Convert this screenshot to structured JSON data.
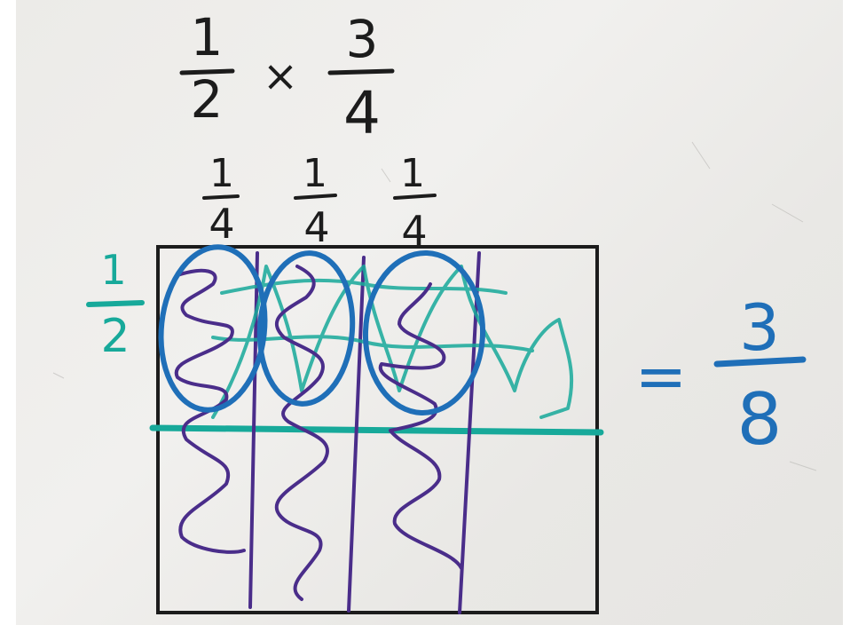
{
  "equation": {
    "left_fraction": {
      "numerator": "1",
      "denominator": "2"
    },
    "operator": "×",
    "right_fraction": {
      "numerator": "3",
      "denominator": "4"
    }
  },
  "column_labels": [
    {
      "numerator": "1",
      "denominator": "4"
    },
    {
      "numerator": "1",
      "denominator": "4"
    },
    {
      "numerator": "1",
      "denominator": "4"
    }
  ],
  "row_label": {
    "numerator": "1",
    "denominator": "2"
  },
  "result": {
    "equals": "=",
    "numerator": "3",
    "denominator": "8"
  },
  "colors": {
    "black_marker": "#1c1c1c",
    "teal_marker": "#17a99a",
    "blue_marker": "#1f6fb8",
    "purple_marker": "#4a2d8a",
    "whiteboard": "#eeedeb"
  },
  "model": {
    "columns": 4,
    "rows": 2,
    "shaded_row": 1,
    "circled_cells": 3
  }
}
